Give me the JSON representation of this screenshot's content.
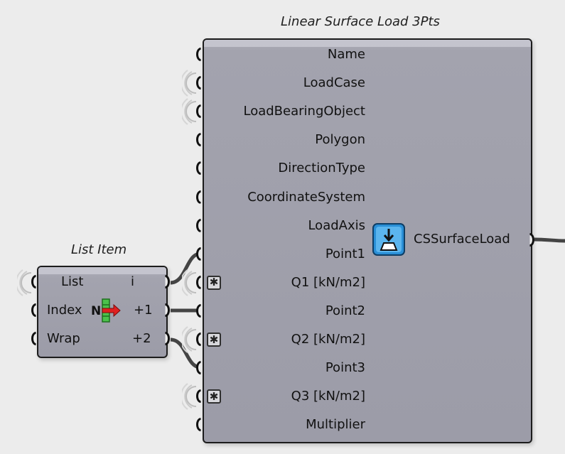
{
  "main_component": {
    "title": "Linear Surface Load 3Pts",
    "inputs": [
      {
        "label": "Name",
        "badge": ""
      },
      {
        "label": "LoadCase",
        "badge": ""
      },
      {
        "label": "LoadBearingObject",
        "badge": ""
      },
      {
        "label": "Polygon",
        "badge": ""
      },
      {
        "label": "DirectionType",
        "badge": ""
      },
      {
        "label": "CoordinateSystem",
        "badge": ""
      },
      {
        "label": "LoadAxis",
        "badge": ""
      },
      {
        "label": "Point1",
        "badge": ""
      },
      {
        "label": "Q1 [kN/m2]",
        "badge": "✱"
      },
      {
        "label": "Point2",
        "badge": ""
      },
      {
        "label": "Q2 [kN/m2]",
        "badge": "✱"
      },
      {
        "label": "Point3",
        "badge": ""
      },
      {
        "label": "Q3 [kN/m2]",
        "badge": "✱"
      },
      {
        "label": "Multiplier",
        "badge": ""
      }
    ],
    "output": "CSSurfaceLoad",
    "icon": "surface-load-icon"
  },
  "list_item": {
    "title": "List Item",
    "inputs": [
      "List",
      "Index",
      "Wrap"
    ],
    "outputs": [
      "i",
      "+1",
      "+2"
    ],
    "icon": "list-item-icon"
  },
  "colors": {
    "canvas": "#ececec",
    "component_body": "#a3a3ae",
    "wire": "#3a3a3a",
    "icon_blue": "#2a8fd6",
    "icon_green": "#4bc24b",
    "icon_red": "#e02020"
  }
}
